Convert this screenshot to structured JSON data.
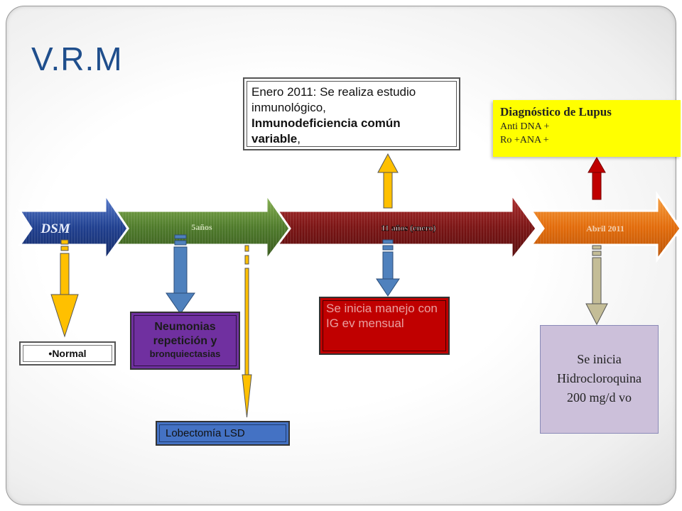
{
  "slide": {
    "title": "V.R.M"
  },
  "timeline": {
    "segments": [
      {
        "label": "DSM",
        "color": "#1f3f8f"
      },
      {
        "label": "5años",
        "color": "#4e7a2a"
      },
      {
        "label": "11 años  (enero)",
        "color": "#7a1414"
      },
      {
        "label": "Abril 2011",
        "color": "#e26b0a"
      }
    ]
  },
  "events": {
    "enero": {
      "line1": "Enero 2011: Se realiza estudio",
      "line2": "inmunológico,",
      "bold": "Inmunodeficiencia común variable",
      "tail": ","
    },
    "lupus": {
      "heading": "Diagnóstico de Lupus",
      "line1": "Anti DNA +",
      "line2": "Ro +ANA +"
    },
    "normal": {
      "text": "•Normal"
    },
    "neumonias": {
      "line1": "Neumonias",
      "line2": "repetición y",
      "line3": "bronquiectasias"
    },
    "lobectomia": {
      "text": "Lobectomía LSD"
    },
    "ig": {
      "text": "Se inicia manejo con IG ev mensual"
    },
    "hidroxicloroquina": {
      "line1": "Se inicia",
      "line2": "Hidrocloroquina",
      "line3": "200 mg/d  vo"
    }
  },
  "colors": {
    "accent_title": "#1f4e8c",
    "arrow_yellow": "#ffc000",
    "arrow_blue": "#4f81bd",
    "arrow_red": "#c00000",
    "arrow_khaki": "#c4bd97"
  }
}
